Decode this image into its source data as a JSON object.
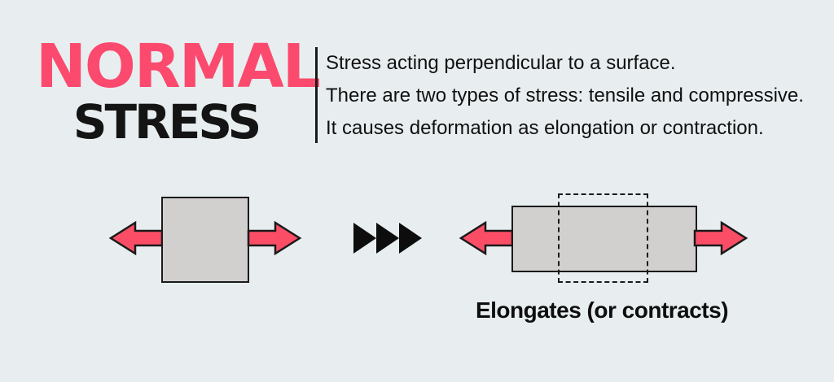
{
  "title": {
    "word1": "NORMAL",
    "word2": "STRESS"
  },
  "description": {
    "lines": [
      "Stress acting perpendicular to a surface.",
      "There are two types of stress: tensile and compressive.",
      "It causes deformation as elongation or contraction."
    ]
  },
  "figure": {
    "caption": "Elongates (or contracts)"
  },
  "colors": {
    "background": "#e8eef0",
    "title_pink": "#fb4a6e",
    "arrow_pink": "#fb4e66",
    "shape_gray": "#d2cfcf",
    "ink": "#1a1a1a"
  }
}
